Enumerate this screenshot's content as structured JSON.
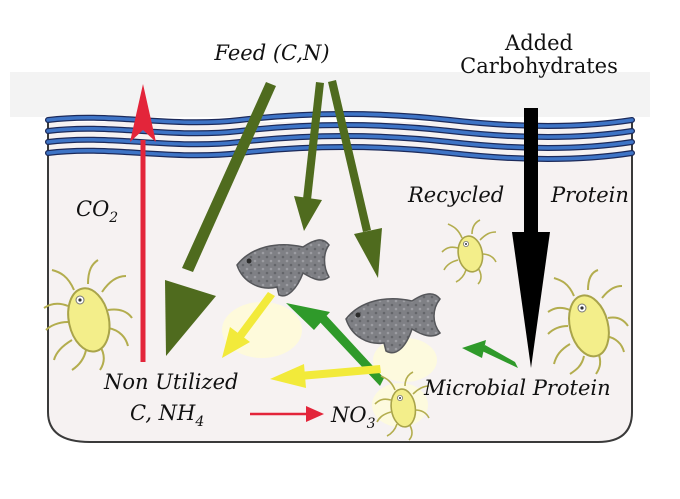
{
  "labels": {
    "feed": "Feed (C,N)",
    "added_line1": "Added",
    "added_line2": "Carbohydrates",
    "co2": "CO",
    "co2_sub": "2",
    "recycled": "Recycled",
    "protein": "Protein",
    "non_utilized": "Non Utilized",
    "c_nh4": "C, NH",
    "nh4_sub": "4",
    "no3": "NO",
    "no3_sub": "3",
    "microbial_protein": "Microbial Protein"
  },
  "colors": {
    "olive_arrow": "#4f6b1e",
    "green_arrow": "#2f9a2a",
    "yellow_arrow": "#f2ea3a",
    "red_arrow": "#e3253a",
    "black_arrow": "#000000",
    "water_blue": "#2f63b8",
    "tank_fill": "#f6f2f2",
    "fish": "#7b7b80",
    "microbe_body": "#f3ee8a"
  },
  "icons": [
    "fish-icon",
    "microbe-icon"
  ]
}
